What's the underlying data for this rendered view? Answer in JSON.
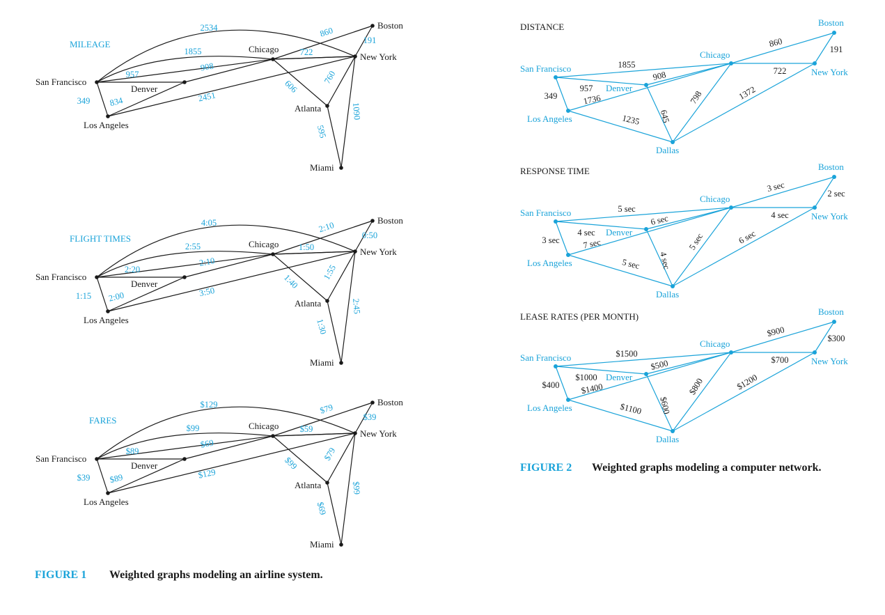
{
  "figure1": {
    "caption_num": "FIGURE 1",
    "caption_text": "Weighted graphs modeling an airline system.",
    "nodes": {
      "SF": "San Francisco",
      "LA": "Los Angeles",
      "DEN": "Denver",
      "CHI": "Chicago",
      "BOS": "Boston",
      "NY": "New York",
      "ATL": "Atlanta",
      "MIA": "Miami"
    },
    "panels": [
      {
        "title": "MILEAGE",
        "weights": {
          "SF-BOS": "2534",
          "SF-NY": "1855",
          "SF-DEN": "957",
          "DEN-CHI": "908",
          "SF-LA": "349",
          "LA-DEN": "834",
          "LA-NY": "2451",
          "CHI-BOS": "860",
          "CHI-NY": "722",
          "BOS-NY": "191",
          "CHI-ATL": "606",
          "ATL-NY": "760",
          "NY-MIA": "1090",
          "ATL-MIA": "595"
        }
      },
      {
        "title": "FLIGHT TIMES",
        "weights": {
          "SF-BOS": "4:05",
          "SF-NY": "2:55",
          "SF-DEN": "2:20",
          "DEN-CHI": "2:10",
          "SF-LA": "1:15",
          "LA-DEN": "2:00",
          "LA-NY": "3:50",
          "CHI-BOS": "2:10",
          "CHI-NY": "1:50",
          "BOS-NY": "0:50",
          "CHI-ATL": "1:40",
          "ATL-NY": "1:55",
          "NY-MIA": "2:45",
          "ATL-MIA": "1:30"
        }
      },
      {
        "title": "FARES",
        "weights": {
          "SF-BOS": "$129",
          "SF-NY": "$99",
          "SF-DEN": "$89",
          "DEN-CHI": "$69",
          "SF-LA": "$39",
          "LA-DEN": "$89",
          "LA-NY": "$129",
          "CHI-BOS": "$79",
          "CHI-NY": "$59",
          "BOS-NY": "$39",
          "CHI-ATL": "$99",
          "ATL-NY": "$79",
          "NY-MIA": "$99",
          "ATL-MIA": "$69"
        }
      }
    ]
  },
  "figure2": {
    "caption_num": "FIGURE 2",
    "caption_text": "Weighted graphs modeling a computer network.",
    "nodes": {
      "SF": "San Francisco",
      "LA": "Los Angeles",
      "DEN": "Denver",
      "CHI": "Chicago",
      "BOS": "Boston",
      "NY": "New York",
      "DAL": "Dallas"
    },
    "panels": [
      {
        "title": "DISTANCE",
        "weights": {
          "SF-CHI": "1855",
          "DEN-CHI": "908",
          "SF-DEN": "957",
          "SF-LA": "349",
          "LA-CHI": "1736",
          "LA-DAL": "1235",
          "DEN-DAL": "645",
          "CHI-DAL": "798",
          "NY-DAL": "1372",
          "CHI-BOS": "860",
          "BOS-NY": "191",
          "CHI-NY": "722"
        }
      },
      {
        "title": "RESPONSE TIME",
        "weights": {
          "SF-CHI": "5 sec",
          "DEN-CHI": "6 sec",
          "SF-DEN": "4 sec",
          "SF-LA": "3 sec",
          "LA-CHI": "7 sec",
          "LA-DAL": "5 sec",
          "DEN-DAL": "4 sec",
          "CHI-DAL": "5 sec",
          "NY-DAL": "6 sec",
          "CHI-BOS": "3 sec",
          "BOS-NY": "2 sec",
          "CHI-NY": "4 sec"
        }
      },
      {
        "title": "LEASE RATES (PER MONTH)",
        "weights": {
          "SF-CHI": "$1500",
          "DEN-CHI": "$500",
          "SF-DEN": "$1000",
          "SF-LA": "$400",
          "LA-CHI": "$1400",
          "LA-DAL": "$1100",
          "DEN-DAL": "$600",
          "CHI-DAL": "$800",
          "NY-DAL": "$1200",
          "CHI-BOS": "$900",
          "BOS-NY": "$300",
          "CHI-NY": "$700"
        }
      }
    ]
  }
}
